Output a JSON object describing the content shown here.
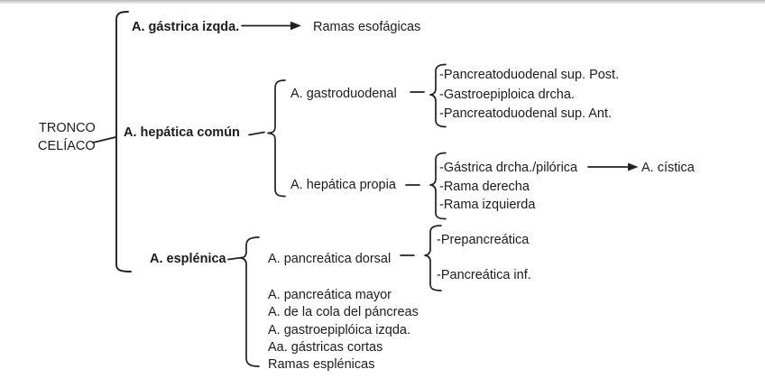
{
  "diagram": {
    "root": {
      "line1": "TRONCO",
      "line2": "CELÍACO"
    },
    "gastrica_izqda": {
      "label": "A. gástrica izqda.",
      "arrow_target": "Ramas esofágicas"
    },
    "hepatica_comun": {
      "label": "A. hepática común",
      "children": [
        {
          "label": "A. gastroduodenal",
          "items": [
            "-Pancreatoduodenal sup. Post.",
            "-Gastroepiploica drcha.",
            "-Pancreatoduodenal sup. Ant."
          ]
        },
        {
          "label": "A. hepática propia",
          "items": [
            "-Gástrica drcha./pilórica",
            "-Rama derecha",
            "-Rama izquierda"
          ],
          "arrow_target": "A. cística"
        }
      ]
    },
    "esplenica": {
      "label": "A. esplénica",
      "children": [
        {
          "label": "A. pancreática dorsal",
          "items": [
            "-Prepancreática",
            "-Pancreática inf."
          ]
        }
      ],
      "additional": [
        "A. pancreática mayor",
        "A. de la cola del páncreas",
        "A. gastroepiplóica izqda.",
        "Aa. gástricas cortas",
        "Ramas esplénicas"
      ]
    }
  }
}
